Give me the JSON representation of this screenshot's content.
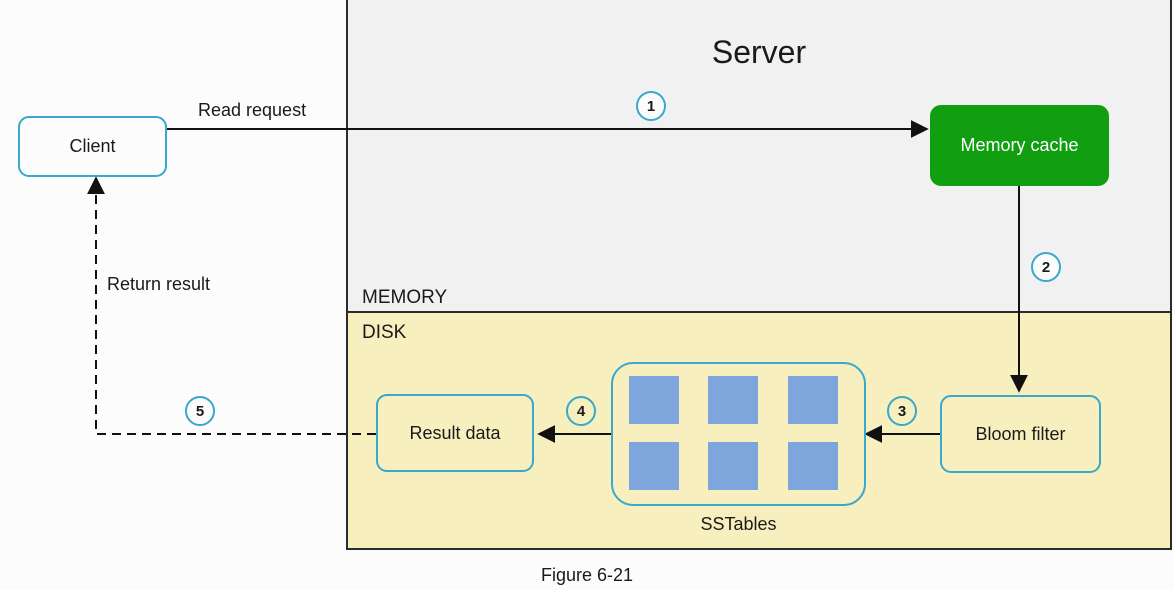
{
  "server": {
    "title": "Server"
  },
  "regions": {
    "memory": "MEMORY",
    "disk": "DISK"
  },
  "nodes": {
    "client": "Client",
    "memory_cache": "Memory cache",
    "bloom_filter": "Bloom filter",
    "result_data": "Result data",
    "sstables": "SSTables"
  },
  "edges": {
    "read_request": "Read request",
    "return_result": "Return result"
  },
  "steps": [
    "1",
    "2",
    "3",
    "4",
    "5"
  ],
  "caption": "Figure 6-21",
  "colors": {
    "box_border": "#38a8cc",
    "memory_cache_fill": "#119e11",
    "disk_fill": "#f8efbe",
    "memory_fill": "#f1f1f1",
    "sstable_block": "#7ea6dc"
  }
}
